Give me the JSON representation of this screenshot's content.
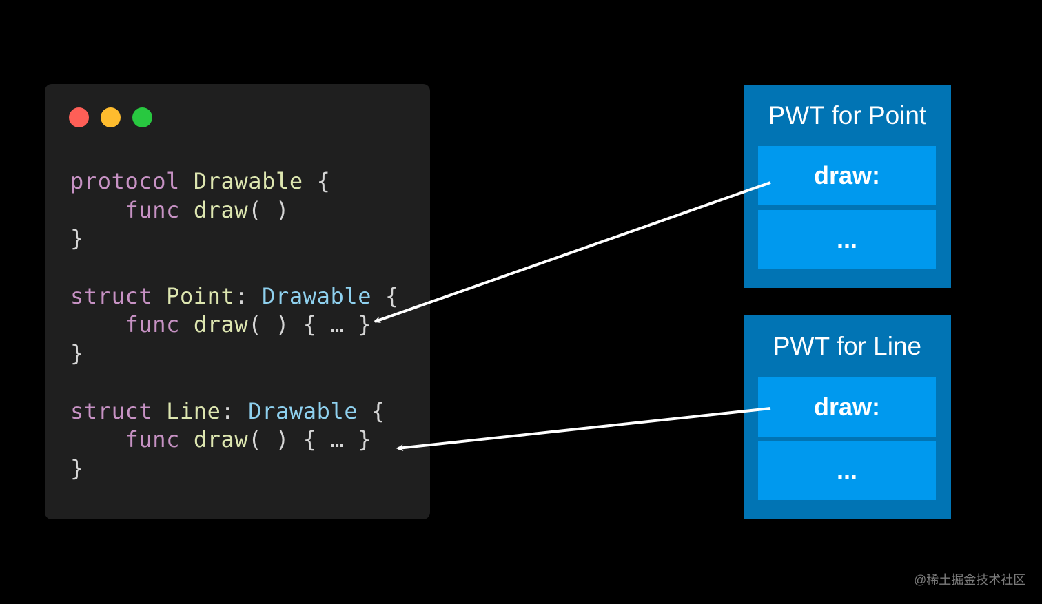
{
  "window_controls": [
    {
      "name": "close",
      "color": "#fe5f57"
    },
    {
      "name": "minimize",
      "color": "#febc2e"
    },
    {
      "name": "maximize",
      "color": "#28c840"
    }
  ],
  "code": {
    "lines": [
      [
        {
          "t": "protocol",
          "c": "kw"
        },
        {
          "t": " "
        },
        {
          "t": "Drawable",
          "c": "type"
        },
        {
          "t": " {",
          "c": "punc"
        }
      ],
      [
        {
          "t": "    "
        },
        {
          "t": "func",
          "c": "kw"
        },
        {
          "t": " "
        },
        {
          "t": "draw",
          "c": "type"
        },
        {
          "t": "( )",
          "c": "punc"
        }
      ],
      [
        {
          "t": "}",
          "c": "punc"
        }
      ],
      [],
      [
        {
          "t": "struct",
          "c": "kw"
        },
        {
          "t": " "
        },
        {
          "t": "Point",
          "c": "type"
        },
        {
          "t": ": ",
          "c": "punc"
        },
        {
          "t": "Drawable",
          "c": "proto"
        },
        {
          "t": " {",
          "c": "punc"
        }
      ],
      [
        {
          "t": "    "
        },
        {
          "t": "func",
          "c": "kw"
        },
        {
          "t": " "
        },
        {
          "t": "draw",
          "c": "type"
        },
        {
          "t": "( ) { … }",
          "c": "punc"
        }
      ],
      [
        {
          "t": "}",
          "c": "punc"
        }
      ],
      [],
      [
        {
          "t": "struct",
          "c": "kw"
        },
        {
          "t": " "
        },
        {
          "t": "Line",
          "c": "type"
        },
        {
          "t": ": ",
          "c": "punc"
        },
        {
          "t": "Drawable",
          "c": "proto"
        },
        {
          "t": " {",
          "c": "punc"
        }
      ],
      [
        {
          "t": "    "
        },
        {
          "t": "func",
          "c": "kw"
        },
        {
          "t": " "
        },
        {
          "t": "draw",
          "c": "type"
        },
        {
          "t": "( ) { … }",
          "c": "punc"
        }
      ],
      [
        {
          "t": "}",
          "c": "punc"
        }
      ]
    ]
  },
  "tables": [
    {
      "title": "PWT for Point",
      "slots": [
        "draw:",
        "..."
      ]
    },
    {
      "title": "PWT for Line",
      "slots": [
        "draw:",
        "..."
      ]
    }
  ],
  "arrows": [
    {
      "from": "PWT for Point / draw:",
      "to": "Point.draw()"
    },
    {
      "from": "PWT for Line / draw:",
      "to": "Line.draw()"
    }
  ],
  "watermark": "@稀土掘金技术社区"
}
